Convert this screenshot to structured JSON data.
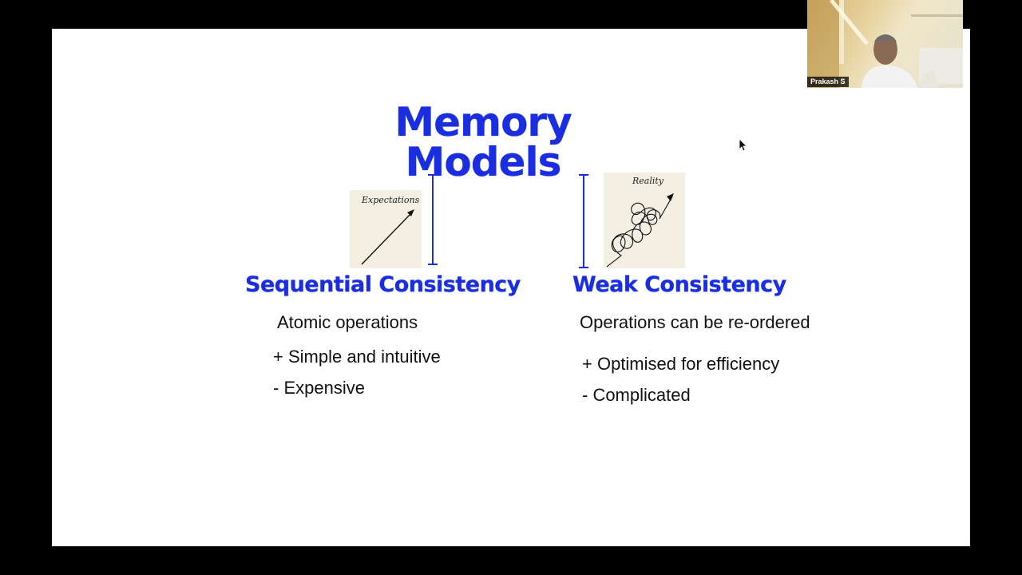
{
  "slide": {
    "title": "Memory Models",
    "left": {
      "heading": "Sequential Consistency",
      "image_label": "Expectations",
      "description": "Atomic operations",
      "pro": "+ Simple and intuitive",
      "con": "- Expensive"
    },
    "right": {
      "heading": "Weak Consistency",
      "image_label": "Reality",
      "description": "Operations can be re-ordered",
      "pro": "+ Optimised for efficiency",
      "con": "- Complicated"
    }
  },
  "participant": {
    "name": "Prakash S"
  },
  "colors": {
    "heading_blue": "#1a2ee0",
    "slide_bg": "#ffffff",
    "frame_bg": "#000000"
  },
  "icons": {
    "cursor": "mouse-pointer-icon",
    "expectations": "straight-arrow-sketch",
    "reality": "tangled-arrow-sketch"
  }
}
